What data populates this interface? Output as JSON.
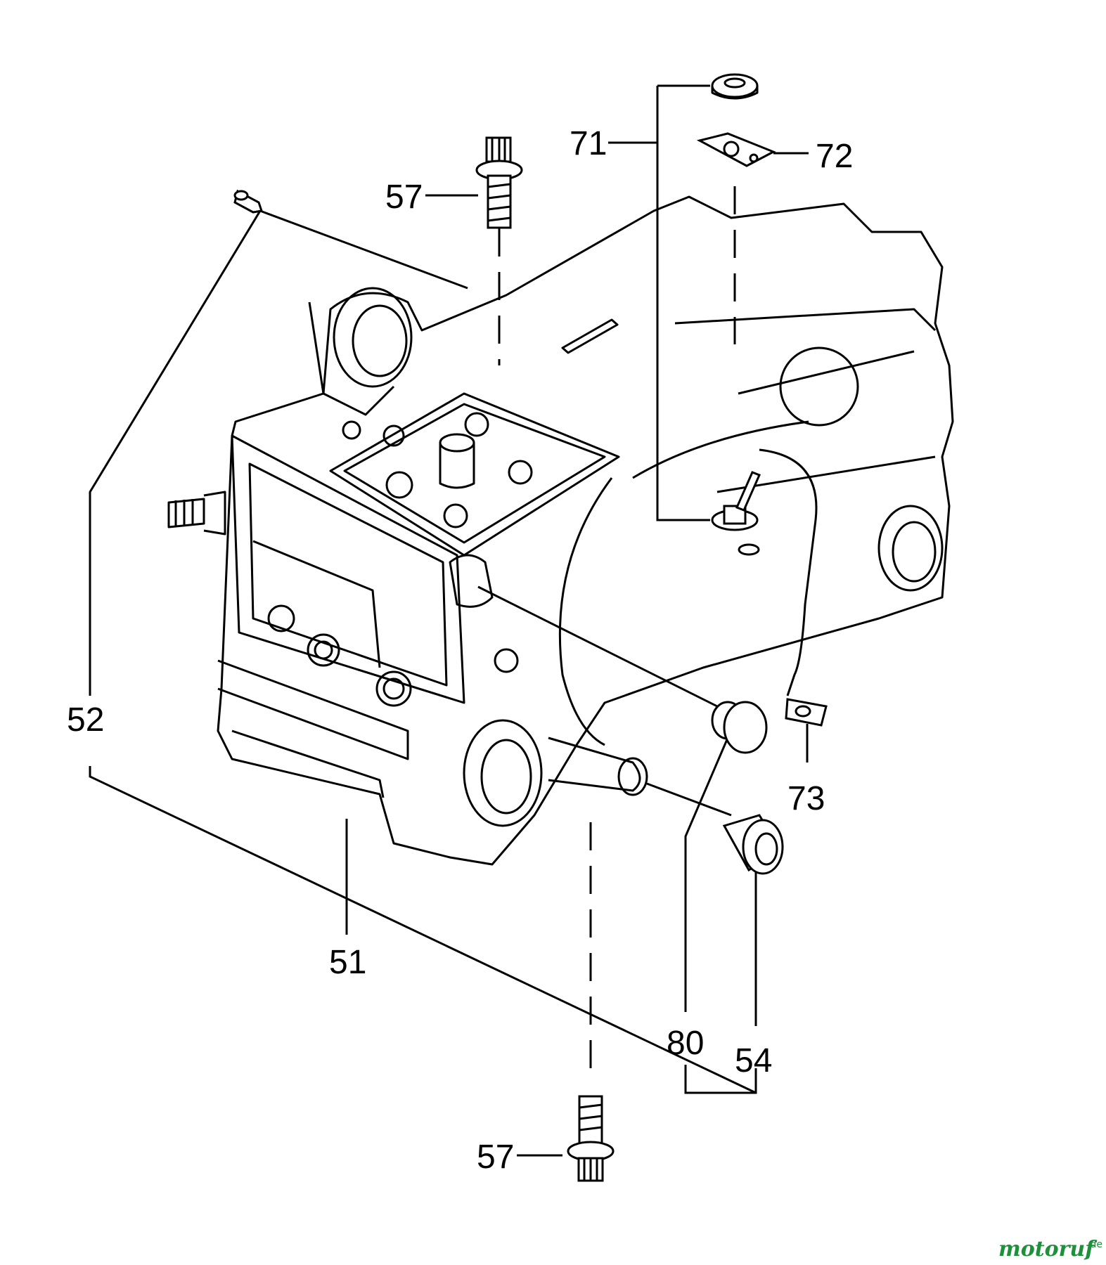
{
  "parts": {
    "p51": "51",
    "p52": "52",
    "p54": "54",
    "p57_top": "57",
    "p57_bottom": "57",
    "p71": "71",
    "p72": "72",
    "p73": "73",
    "p80": "80"
  },
  "watermark": {
    "brand": "motoruf",
    "suffix": ".de"
  },
  "colors": {
    "line": "#000000",
    "watermark": "#1e8f3a"
  }
}
